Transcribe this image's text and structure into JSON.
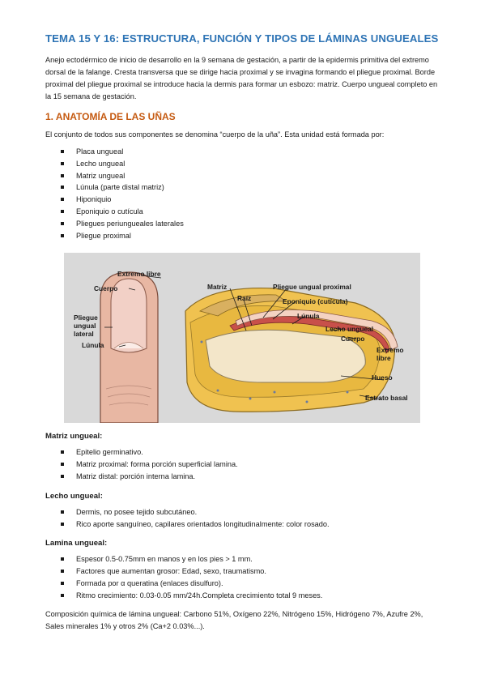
{
  "title": "TEMA 15 Y 16: ESTRUCTURA, FUNCIÓN Y TIPOS DE LÁMINAS UNGUEALES",
  "intro": "Anejo ectodérmico de inicio de desarrollo en la 9 semana de gestación, a partir de la epidermis primitiva del extremo dorsal de la falange. Cresta transversa que se dirige hacia proximal y se invagina formando el pliegue proximal. Borde proximal del pliegue proximal se introduce hacia la dermis para formar un esbozo: matriz. Cuerpo ungueal completo en la 15 semana de gestación.",
  "section1": {
    "heading": "1. ANATOMÍA DE LAS UÑAS",
    "lead": "El conjunto de todos sus componentes se denomina “cuerpo de la uña”. Esta unidad está formada por:",
    "items": [
      "Placa ungueal",
      "Lecho ungueal",
      "Matriz ungueal",
      "Lúnula (parte distal matriz)",
      "Hiponiquio",
      "Eponiquio o cutícula",
      "Pliegues periungueales laterales",
      "Pliegue proximal"
    ]
  },
  "figure_labels": {
    "extremo_libre_left": "Extremo libre",
    "cuerpo_left": "Cuerpo",
    "pliegue": "Pliegue\nungual\nlateral",
    "lunula_left": "Lúnula",
    "matriz": "Matriz",
    "raiz": "Raíz",
    "pliegue_proximal": "Pliegue ungual proximal",
    "eponiquio": "Eponiquio (cutícula)",
    "lunula_right": "Lúnula",
    "lecho": "Lecho ungueal",
    "cuerpo_right": "Cuerpo",
    "extremo_libre_right": "Extremo\nlibre",
    "hueso": "Hueso",
    "estrato": "Estrato basal"
  },
  "matriz": {
    "heading": "Matriz ungueal:",
    "items": [
      "Epitelio germinativo.",
      "Matriz proximal: forma porción superficial lamina.",
      "Matriz distal: porción interna lamina."
    ]
  },
  "lecho": {
    "heading": "Lecho ungueal:",
    "items": [
      "Dermis, no posee tejido subcutáneo.",
      "Rico aporte sanguíneo, capilares orientados longitudinalmente: color rosado."
    ]
  },
  "lamina": {
    "heading": "Lamina ungueal:",
    "items": [
      "Espesor 0.5-0.75mm en manos y en los pies > 1 mm.",
      "Factores que aumentan grosor: Edad, sexo, traumatismo.",
      "Formada por  α queratina (enlaces disulfuro).",
      "Ritmo crecimiento: 0.03-0.05 mm/24h.Completa crecimiento total 9 meses."
    ]
  },
  "composition": "Composición química de lámina ungueal: Carbono 51%, Oxígeno 22%, Nitrógeno 15%, Hidrógeno 7%, Azufre 2%, Sales minerales 1% y otros 2% (Ca+2  0.03%...)."
}
